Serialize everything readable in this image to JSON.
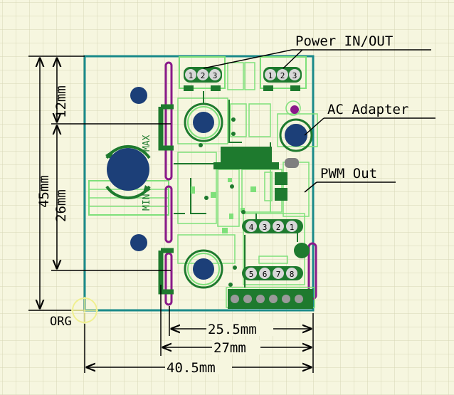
{
  "labels": {
    "power": "Power IN/OUT",
    "ac_adapter": "AC Adapter",
    "pwm_out": "PWM Out",
    "max": "MAX",
    "min": "MIN",
    "origin": "ORG"
  },
  "dimensions": {
    "height_total": "45mm",
    "height_top": "12mm",
    "height_mid": "26mm",
    "width_25": "25.5mm",
    "width_27": "27mm",
    "width_total": "40.5mm"
  },
  "connectors": {
    "power_left_pins": [
      "1",
      "2",
      "3"
    ],
    "power_right_pins": [
      "1",
      "2",
      "3"
    ],
    "ic_top_pins": [
      "4",
      "3",
      "2",
      "1"
    ],
    "ic_bottom_pins": [
      "5",
      "6",
      "7",
      "8"
    ]
  },
  "colors": {
    "background": "#f6f6df",
    "grid": "#d6d6b4",
    "board_outline": "#1a8a8a",
    "copper": "#1e7a2e",
    "silkscreen": "#7ee07a",
    "hole": "#1c3f78",
    "keepout": "#8a1a8a",
    "dimension": "#000000"
  }
}
